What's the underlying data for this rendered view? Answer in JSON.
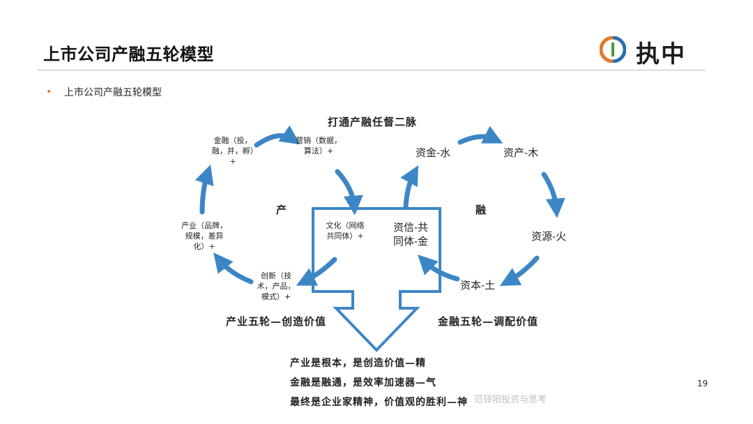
{
  "header": {
    "title": "上市公司产融五轮模型"
  },
  "logo": {
    "text": "执中",
    "colors": {
      "orange": "#e07a2a",
      "blue": "#2a6fae",
      "green": "#4a9a3c"
    }
  },
  "bullet": {
    "text": "上市公司产融五轮模型"
  },
  "diagram": {
    "top_title": "打通产融任督二脉",
    "industry": {
      "center": "产",
      "finance": "金融（投，融，并，孵）+",
      "marketing": "营销（数据，算法）+",
      "industry_node": "产业（品牌，规模，差异化）+",
      "innovation": "创新（技术，产品，模式）+",
      "culture": "文化（网络共同体）+",
      "caption": "产业五轮—创造价值"
    },
    "capital": {
      "center": "融",
      "water": "资金-水",
      "wood": "资产-木",
      "fire": "资源-火",
      "earth": "资本-土",
      "metal": "资信-共同体-金",
      "caption": "金融五轮—调配价值"
    },
    "arrow_color": "#3d86c6"
  },
  "conclusions": [
    "产业是根本，是创造价值—精",
    "金融是融通，是效率加速器—气",
    "最终是企业家精神，价值观的胜利—神"
  ],
  "page_number": "19",
  "watermark": "范铎阳投资与思考"
}
